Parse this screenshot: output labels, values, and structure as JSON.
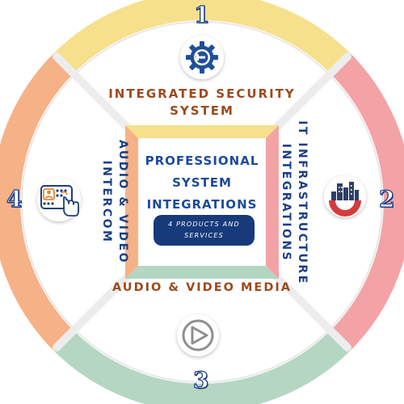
{
  "sections": {
    "top": {
      "number": "1",
      "label_lines": [
        "INTEGRATED SECURITY",
        "SYSTEM"
      ],
      "icon": "gear-security-icon",
      "color": "#f6e08c"
    },
    "right": {
      "number": "2",
      "label_lines": [
        "IT INFRASTRUCTURE",
        "INTEGRATIONS"
      ],
      "icon": "city-infrastructure-icon",
      "color": "#f3a3a5"
    },
    "bottom": {
      "number": "3",
      "label": "AUDIO & VIDEO MEDIA",
      "icon": "play-icon",
      "color": "#b4d6c2"
    },
    "left": {
      "number": "4",
      "label_lines": [
        "AUDIO & VIDEO",
        "INTERCOM"
      ],
      "icon": "intercom-icon",
      "color": "#f6b287"
    }
  },
  "center": {
    "title_lines": [
      "PROFESSIONAL",
      "SYSTEM",
      "INTEGRATIONS"
    ],
    "pill_lines": [
      "4 PRODUCTS AND",
      "SERVICES"
    ]
  }
}
